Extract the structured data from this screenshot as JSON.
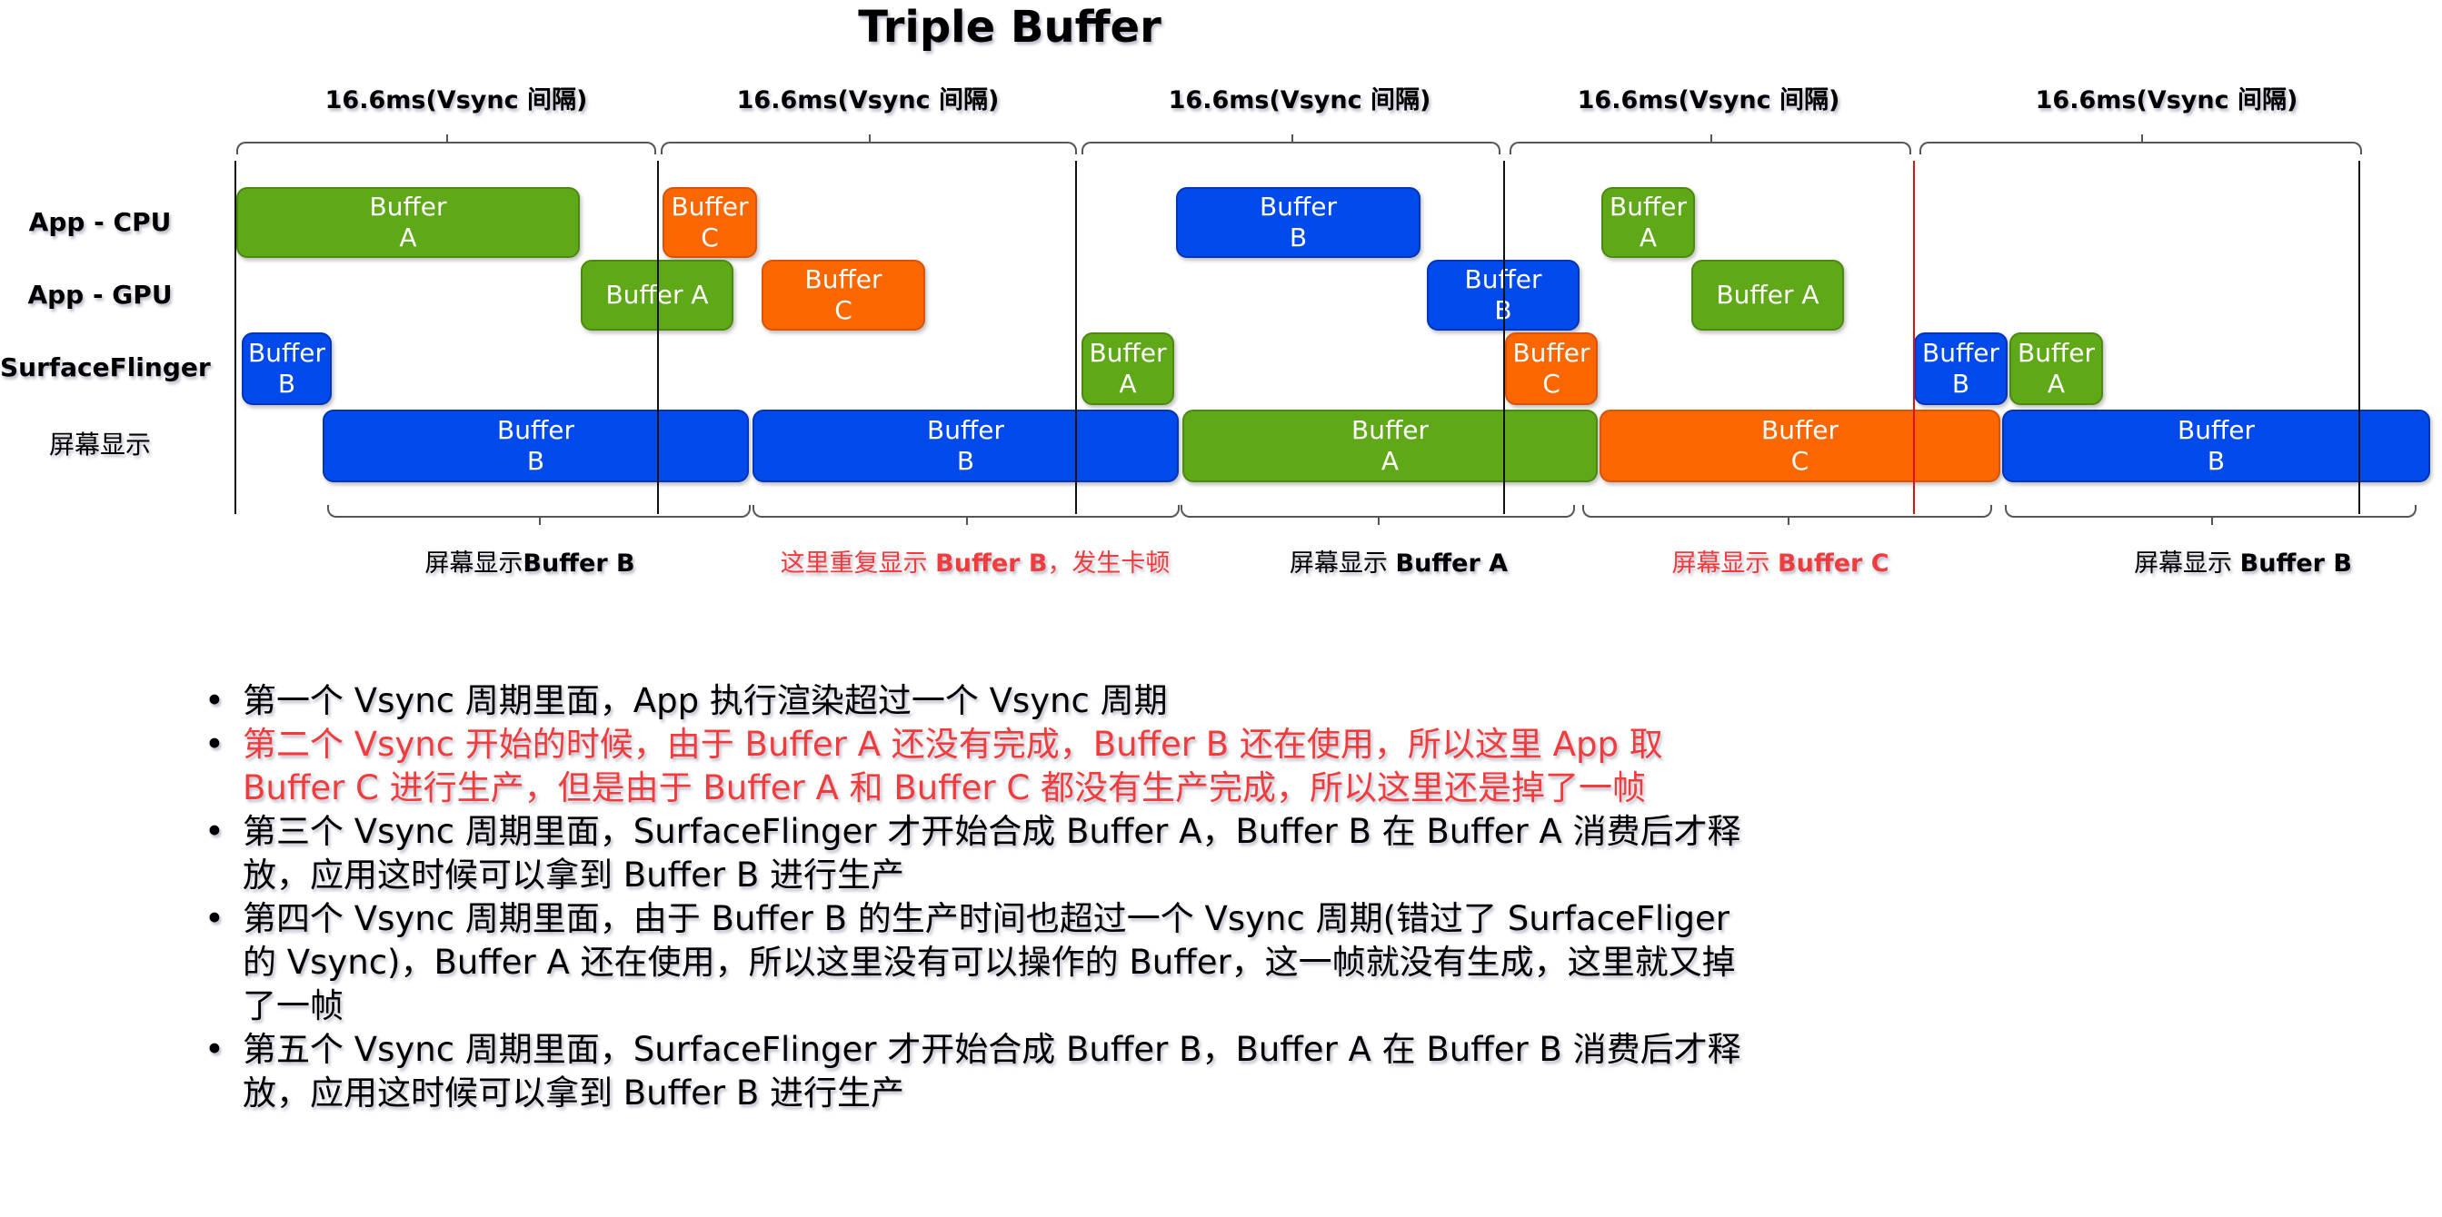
{
  "title": "Triple Buffer",
  "colors": {
    "green": "#5fa817",
    "blue": "#0049eb",
    "orange": "#fa6600",
    "red_text": "#f03c3c",
    "red_line": "#d11111"
  },
  "vsync_labels": [
    "16.6ms(Vsync 间隔)",
    "16.6ms(Vsync 间隔)",
    "16.6ms(Vsync 间隔)",
    "16.6ms(Vsync 间隔)",
    "16.6ms(Vsync 间隔)"
  ],
  "rows": [
    "App - CPU",
    "App - GPU",
    "SurfaceFlinger",
    "屏幕显示"
  ],
  "boxes": {
    "cpu": [
      {
        "label": "Buffer\nA",
        "color": "green"
      },
      {
        "label": "Buffer\nC",
        "color": "orange"
      },
      {
        "label": "Buffer\nB",
        "color": "blue"
      },
      {
        "label": "Buffer\nA",
        "color": "green"
      }
    ],
    "gpu": [
      {
        "label": "Buffer A",
        "color": "green"
      },
      {
        "label": "Buffer\nC",
        "color": "orange"
      },
      {
        "label": "Buffer\nB",
        "color": "blue"
      },
      {
        "label": "Buffer A",
        "color": "green"
      }
    ],
    "sf": [
      {
        "label": "Buffer\nB",
        "color": "blue"
      },
      {
        "label": "Buffer\nA",
        "color": "green"
      },
      {
        "label": "Buffer\nC",
        "color": "orange"
      },
      {
        "label": "Buffer\nB",
        "color": "blue"
      },
      {
        "label": "Buffer\nA",
        "color": "green"
      }
    ],
    "display": [
      {
        "label": "Buffer\nB",
        "color": "blue"
      },
      {
        "label": "Buffer\nB",
        "color": "blue"
      },
      {
        "label": "Buffer\nA",
        "color": "green"
      },
      {
        "label": "Buffer\nC",
        "color": "orange"
      },
      {
        "label": "Buffer\nB",
        "color": "blue"
      }
    ]
  },
  "captions": [
    {
      "cn": "屏幕显示",
      "en": "Buffer B",
      "red": false
    },
    {
      "cn": "这里重复显示 ",
      "en": "Buffer B",
      "suffix": "，发生卡顿",
      "red": true
    },
    {
      "cn": "屏幕显示 ",
      "en": "Buffer A",
      "red": false
    },
    {
      "cn": "屏幕显示 ",
      "en": "Buffer C",
      "red": true
    },
    {
      "cn": "屏幕显示 ",
      "en": "Buffer B",
      "red": false
    }
  ],
  "bullets": [
    {
      "text": "第一个 Vsync 周期里面，App 执行渲染超过一个 Vsync 周期",
      "red": false
    },
    {
      "text": "第二个 Vsync 开始的时候，由于 Buffer A 还没有完成，Buffer B 还在使用，所以这里 App 取 Buffer C 进行生产，但是由于 Buffer A 和 Buffer C 都没有生产完成，所以这里还是掉了一帧",
      "red": true
    },
    {
      "text": "第三个 Vsync 周期里面，SurfaceFlinger 才开始合成 Buffer A，Buffer B 在 Buffer A 消费后才释放，应用这时候可以拿到 Buffer B 进行生产",
      "red": false
    },
    {
      "text": "第四个 Vsync 周期里面，由于 Buffer B 的生产时间也超过一个 Vsync 周期(错过了 SurfaceFliger 的 Vsync)，Buffer A 还在使用，所以这里没有可以操作的 Buffer，这一帧就没有生成，这里就又掉了一帧",
      "red": false
    },
    {
      "text": "第五个 Vsync 周期里面，SurfaceFlinger 才开始合成 Buffer B，Buffer A 在 Buffer B 消费后才释放，应用这时候可以拿到 Buffer B 进行生产",
      "red": false
    }
  ]
}
